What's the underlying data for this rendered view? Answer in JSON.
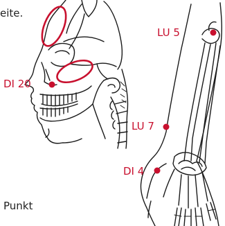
{
  "labels": {
    "top_fragment": "eite.",
    "bottom_fragment": "Punkt",
    "lu5": "LU 5",
    "lu7": "LU 7",
    "di4": "DI 4",
    "di20": "DI 20"
  },
  "colors": {
    "accent": "#c8102e",
    "line": "#1a1a1a",
    "background": "#ffffff"
  },
  "illustrations": [
    "skull-profile",
    "forearm-and-hand-skeleton"
  ]
}
